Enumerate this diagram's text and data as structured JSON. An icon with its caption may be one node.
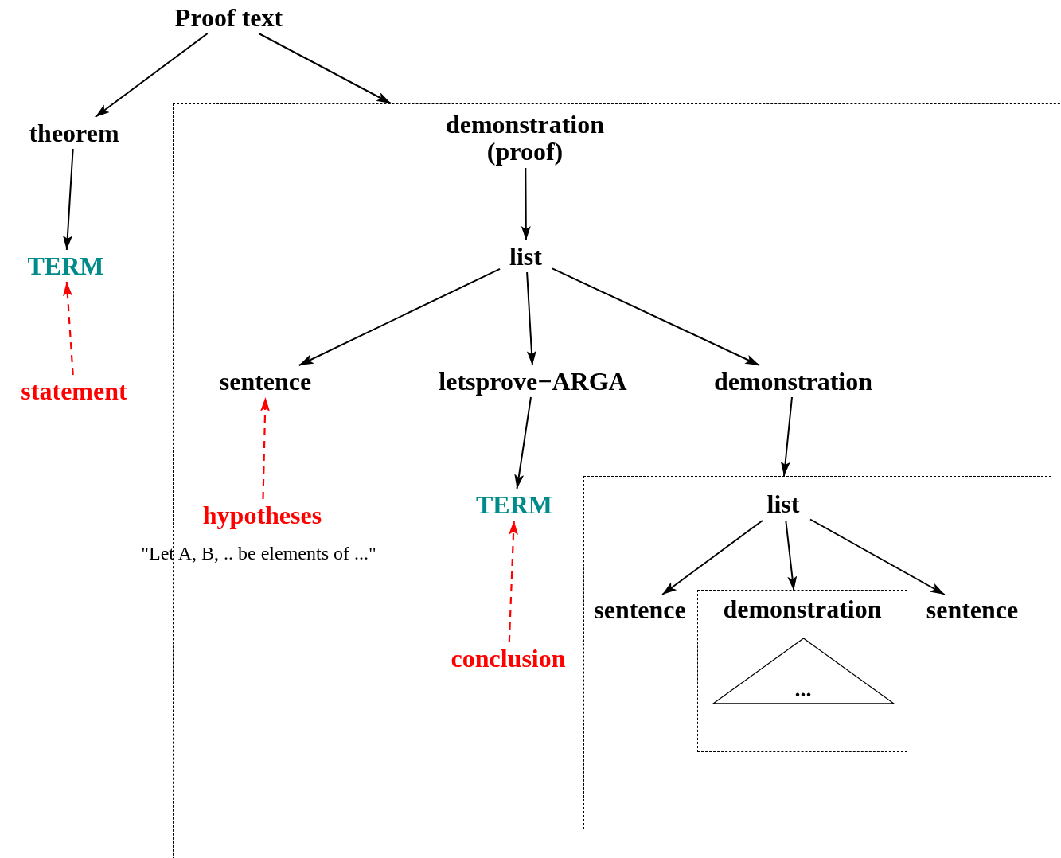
{
  "diagram": {
    "nodes": [
      {
        "text": [
          "Proof text"
        ]
      },
      {
        "text": [
          "theorem"
        ]
      },
      {
        "text": [],
        "shape": "box"
      },
      {
        "text": [
          "demonstration (proof)"
        ],
        "in": 2
      },
      {
        "text": [
          "TERM"
        ]
      },
      {
        "text": [
          "statement"
        ]
      },
      {
        "text": [
          "list"
        ],
        "in": 2
      },
      {
        "text": [
          "sentence"
        ],
        "in": 2
      },
      {
        "text": [
          "letsprove−ARGA"
        ],
        "in": 2
      },
      {
        "text": [
          "demonstration"
        ],
        "in": 2
      },
      {
        "text": [
          "hypotheses"
        ],
        "in": 2
      },
      {
        "text": [
          "TERM"
        ],
        "in": 2
      },
      {
        "text": [
          "conclusion"
        ],
        "in": 2
      },
      {
        "text": [],
        "shape": "box",
        "in": 2
      },
      {
        "text": [
          "list"
        ],
        "in": 13
      },
      {
        "text": [
          "sentence"
        ],
        "in": 13
      },
      {
        "text": [
          "demonstration"
        ],
        "in": 13
      },
      {
        "text": [
          "..."
        ],
        "in": 16
      },
      {
        "text": [
          "sentence"
        ],
        "in": 13
      }
    ],
    "edges": [
      {
        "from": 0,
        "to": 1,
        "arrow": "to"
      },
      {
        "from": 0,
        "to": 2,
        "arrow": "to"
      },
      {
        "from": 1,
        "to": 4,
        "arrow": "to"
      },
      {
        "from": 5,
        "to": 4,
        "arrow": "to",
        "style": "dashed",
        "color": "#ff0000"
      },
      {
        "from": 3,
        "to": 6,
        "arrow": "to"
      },
      {
        "from": 6,
        "to": 7,
        "arrow": "to"
      },
      {
        "from": 6,
        "to": 8,
        "arrow": "to"
      },
      {
        "from": 6,
        "to": 9,
        "arrow": "to"
      },
      {
        "from": 10,
        "to": 7,
        "arrow": "to",
        "style": "dashed",
        "color": "#ff0000"
      },
      {
        "from": 8,
        "to": 11,
        "arrow": "to"
      },
      {
        "from": 12,
        "to": 11,
        "arrow": "to",
        "style": "dashed",
        "color": "#ff0000"
      },
      {
        "from": 9,
        "to": 13,
        "arrow": "to"
      },
      {
        "from": 14,
        "to": 15,
        "arrow": "to"
      },
      {
        "from": 14,
        "to": 16,
        "arrow": "to"
      },
      {
        "from": 14,
        "to": 18,
        "arrow": "to"
      }
    ],
    "labels": [
      "\"Let A, B, .. be elements of ...\""
    ]
  }
}
